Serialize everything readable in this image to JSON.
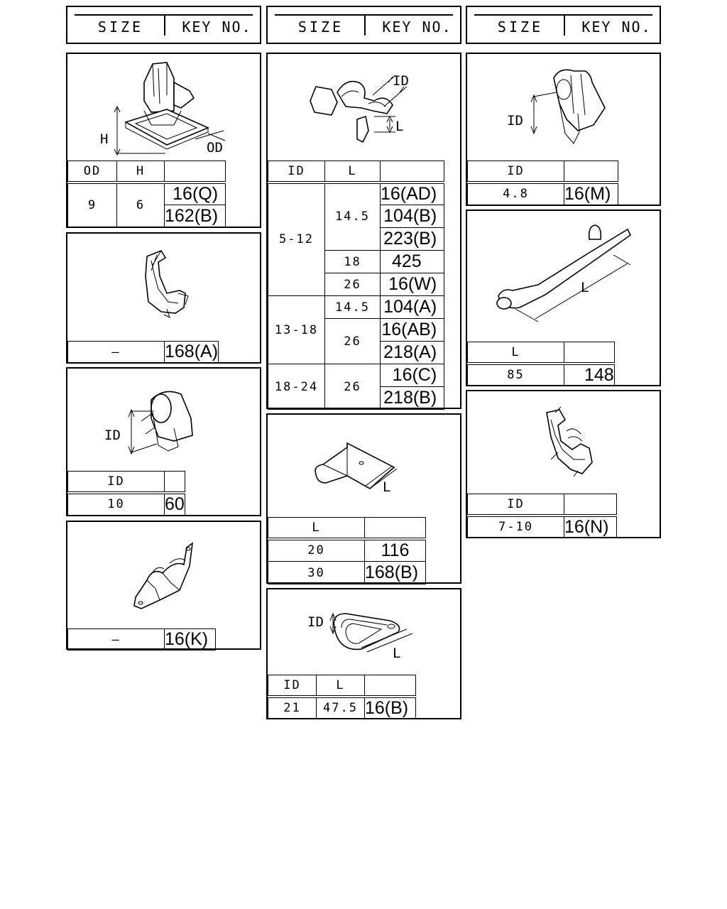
{
  "headers": [
    {
      "size": "SIZE",
      "key": "KEY NO."
    },
    {
      "size": "SIZE",
      "key": "KEY NO."
    },
    {
      "size": "SIZE",
      "key": "KEY NO."
    }
  ],
  "panel_a": {
    "labels": {
      "h": "H",
      "od": "OD"
    },
    "cols": [
      "OD",
      "H",
      ""
    ],
    "od": "9",
    "h": "6",
    "keys": [
      "16(Q)",
      "162(B)"
    ]
  },
  "panel_b": {
    "size": "—",
    "key": "168(A)"
  },
  "panel_c": {
    "labels": {
      "id": "ID"
    },
    "cols": [
      "ID",
      ""
    ],
    "id": "10",
    "key": "60"
  },
  "panel_d": {
    "size": "—",
    "key": "16(K)"
  },
  "panel_e": {
    "labels": {
      "id": "ID",
      "l": "L"
    },
    "cols": [
      "ID",
      "L",
      ""
    ],
    "groups": [
      {
        "id": "5-12",
        "rows": [
          {
            "l": "14.5",
            "keys": [
              "16(AD)",
              "104(B)",
              "223(B)"
            ]
          },
          {
            "l": "18",
            "keys": [
              "425"
            ]
          },
          {
            "l": "26",
            "keys": [
              "16(W)"
            ]
          }
        ]
      },
      {
        "id": "13-18",
        "rows": [
          {
            "l": "14.5",
            "keys": [
              "104(A)"
            ]
          },
          {
            "l": "26",
            "keys": [
              "16(AB)",
              "218(A)"
            ]
          }
        ]
      },
      {
        "id": "18-24",
        "rows": [
          {
            "l": "26",
            "keys": [
              "16(C)",
              "218(B)"
            ]
          }
        ]
      }
    ]
  },
  "panel_f": {
    "labels": {
      "l": "L"
    },
    "cols": [
      "L",
      ""
    ],
    "rows": [
      {
        "l": "20",
        "key": "116"
      },
      {
        "l": "30",
        "key": "168(B)"
      }
    ]
  },
  "panel_g": {
    "labels": {
      "id": "ID",
      "l": "L"
    },
    "cols": [
      "ID",
      "L",
      ""
    ],
    "id": "21",
    "l": "47.5",
    "key": "16(B)"
  },
  "panel_h": {
    "labels": {
      "id": "ID"
    },
    "cols": [
      "ID",
      ""
    ],
    "id": "4.8",
    "key": "16(M)"
  },
  "panel_i": {
    "labels": {
      "l": "L"
    },
    "cols": [
      "L",
      ""
    ],
    "l": "85",
    "key": "148"
  },
  "panel_j": {
    "cols": [
      "ID",
      ""
    ],
    "id": "7-10",
    "key": "16(N)"
  }
}
